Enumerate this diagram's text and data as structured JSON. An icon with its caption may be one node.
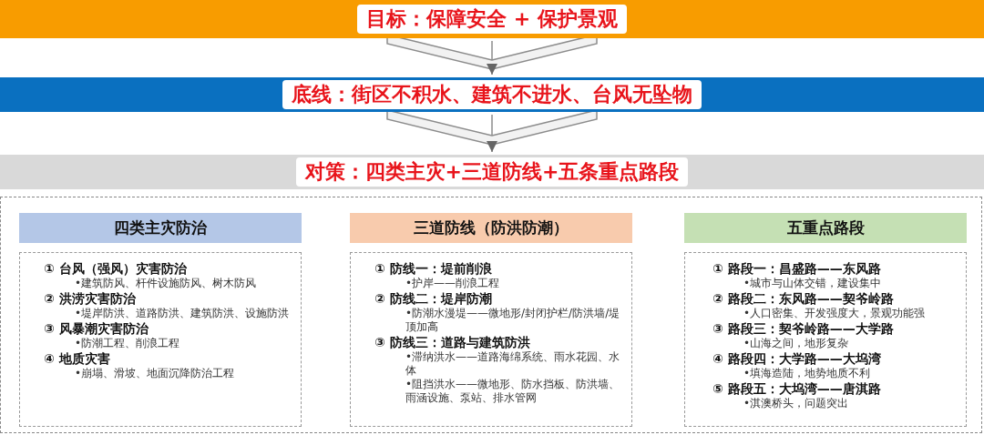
{
  "diagram": {
    "nodes": [
      {
        "text": [
          "目标：保障安全 + 保护景观"
        ]
      },
      {
        "text": [
          "底线：街区不积水、建筑不进水、台风无坠物"
        ]
      },
      {
        "text": [
          "对策：四类主灾+三道防线+五条重点路段"
        ]
      },
      {
        "text": [],
        "shape": "box"
      },
      {
        "text": [
          "四类主灾防治"
        ],
        "in": 3
      },
      {
        "text": [
          "① 台风（强风）灾害防治",
          "•建筑防风、杆件设施防风、树木防风",
          "② 洪涝灾害防治",
          "•堤岸防洪、道路防洪、建筑防洪、设施防洪",
          "③ 风暴潮灾害防治",
          "•防潮工程、削浪工程",
          "④ 地质灾害",
          "•崩塌、滑坡、地面沉降防治工程"
        ],
        "in": 3
      },
      {
        "text": [
          "三道防线（防洪防潮）"
        ],
        "in": 3
      },
      {
        "text": [
          "① 防线一：堤前削浪",
          "•护岸——削浪工程",
          "② 防线二：堤岸防潮",
          "•防潮水漫堤——微地形/封闭护栏/防洪墙/堤顶加高",
          "③ 防线三：道路与建筑防洪",
          "•滞纳洪水——道路海绵系统、雨水花园、水体",
          "•阻挡洪水——微地形、防水挡板、防洪墙、雨涵设施、泵站、排水管网"
        ],
        "in": 3
      },
      {
        "text": [
          "五重点路段"
        ],
        "in": 3
      },
      {
        "text": [
          "① 路段一：昌盛路——东风路",
          "•城市与山体交错，建设集中",
          "② 路段二：东风路——契爷岭路",
          "•人口密集、开发强度大，景观功能强",
          "③ 路段三：契爷岭路——大学路",
          "•山海之间，地形复杂",
          "④ 路段四：大学路——大坞湾",
          "•填海造陆，地势地质不利",
          "⑤ 路段五：大坞湾——唐淇路",
          "•淇澳桥头，问题突出"
        ],
        "in": 3
      }
    ],
    "edges": [
      {
        "from": 0,
        "to": 1,
        "arrow": "to"
      },
      {
        "from": 1,
        "to": 2,
        "arrow": "to"
      }
    ]
  }
}
